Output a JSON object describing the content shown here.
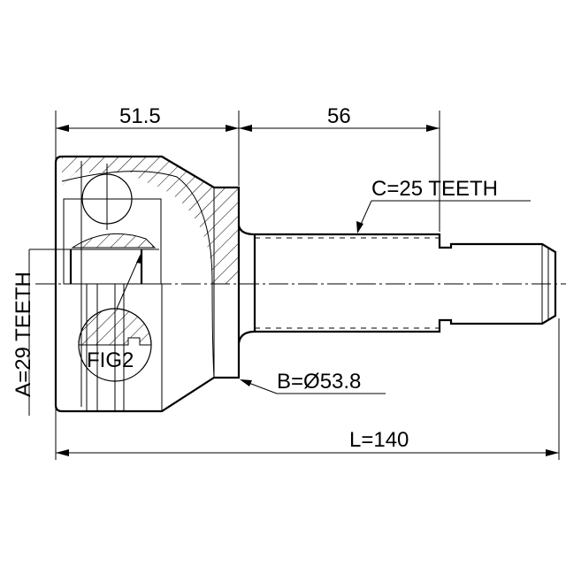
{
  "dimensions": {
    "left_length": "51.5",
    "right_length": "56",
    "total_length": "L=140",
    "outer_spline": "C=25 TEETH",
    "inner_spline": "A=29 TEETH",
    "abs_diameter": "B=Ø53.8",
    "detail_label": "FIG2"
  },
  "colors": {
    "line": "#000000",
    "background": "#ffffff"
  }
}
